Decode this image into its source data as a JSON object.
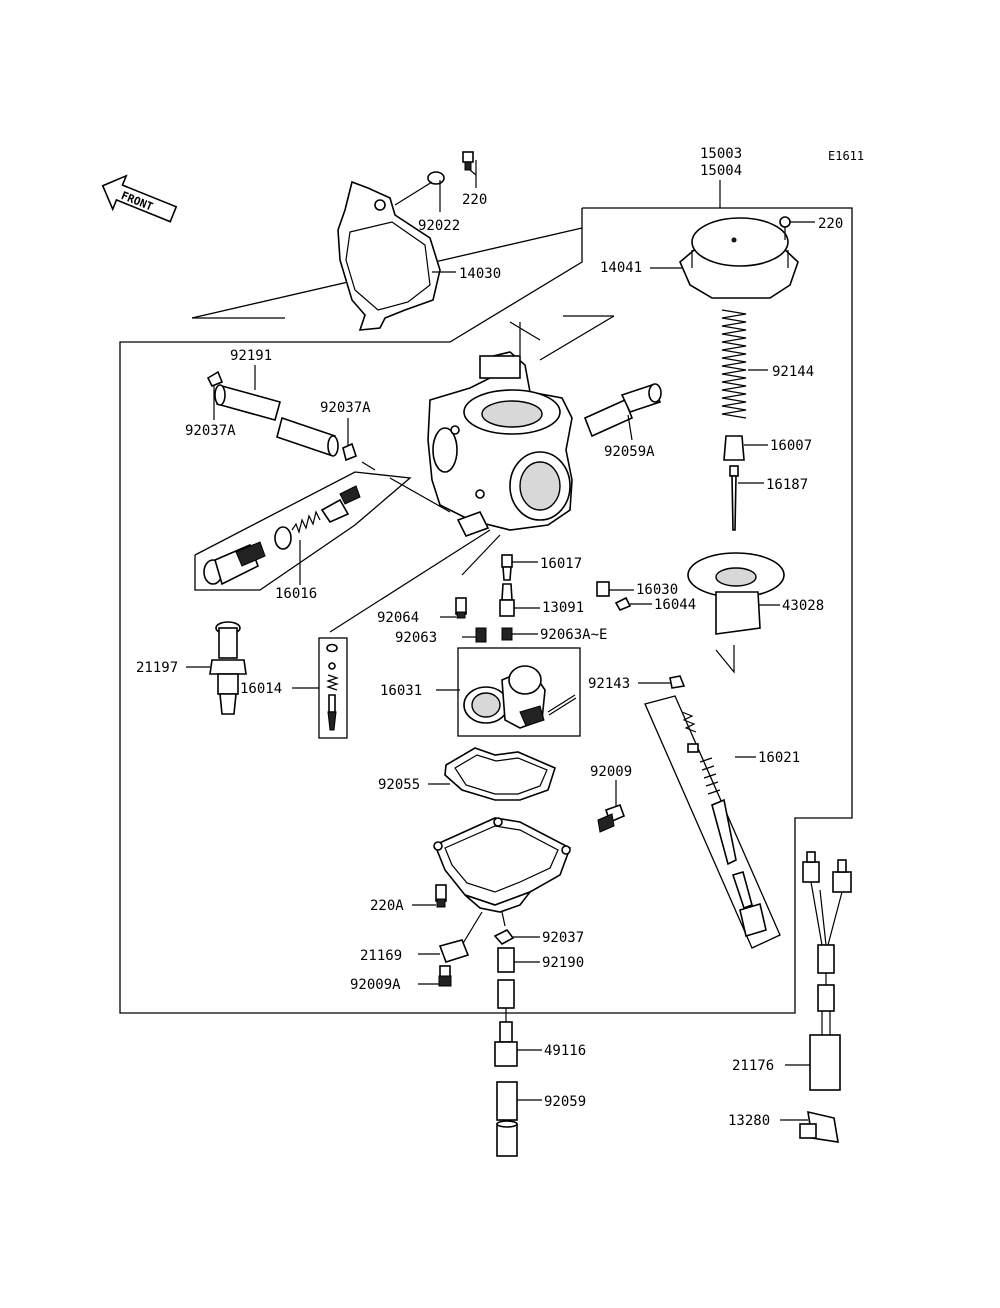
{
  "diagram_code": "E1611",
  "front_arrow_label": "FRONT",
  "parts": {
    "p15003": "15003",
    "p15004": "15004",
    "p220_top": "220",
    "p220_right": "220",
    "p92022": "92022",
    "p14030": "14030",
    "p14041": "14041",
    "p92144": "92144",
    "p16007": "16007",
    "p16187": "16187",
    "p92191": "92191",
    "p92037A_left": "92037A",
    "p92037A_right": "92037A",
    "p92059A": "92059A",
    "p16016": "16016",
    "p16017": "16017",
    "p16030": "16030",
    "p16044": "16044",
    "p43028": "43028",
    "p92064": "92064",
    "p13091": "13091",
    "p92063": "92063",
    "p92063AE": "92063A~E",
    "p21197": "21197",
    "p16014": "16014",
    "p16031": "16031",
    "p92143": "92143",
    "p16021": "16021",
    "p92055": "92055",
    "p92009": "92009",
    "p220A": "220A",
    "p92037": "92037",
    "p21169": "21169",
    "p92190": "92190",
    "p92009A": "92009A",
    "p49116": "49116",
    "p92059": "92059",
    "p21176": "21176",
    "p13280": "13280"
  }
}
